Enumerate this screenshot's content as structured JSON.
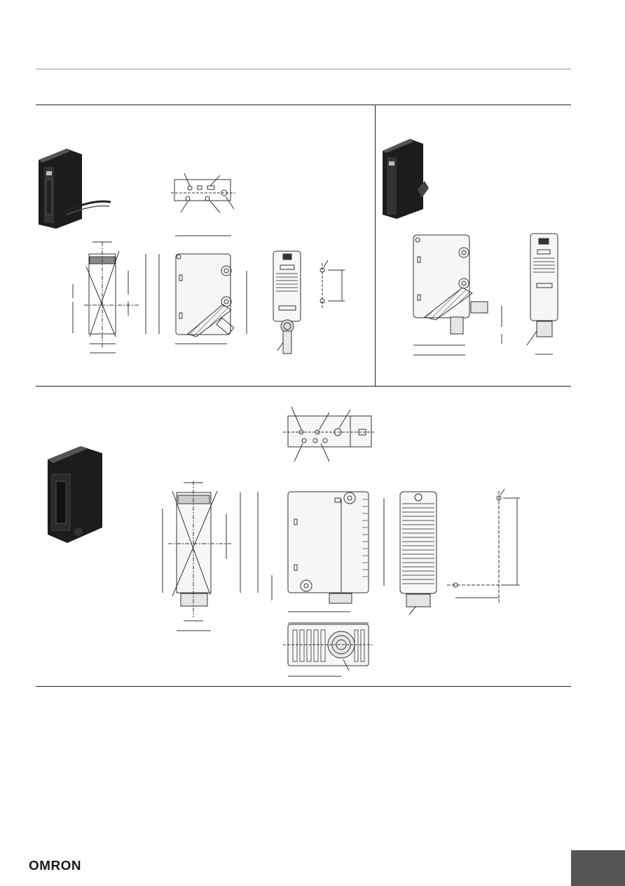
{
  "footer": {
    "logo_text": "OMRON"
  },
  "colors": {
    "header_rule": "#8d8fc4",
    "section_rule": "#222222",
    "corner_tab": "#555555",
    "line_art": "#333333",
    "product_body": "#1c1c1c"
  },
  "icons": [
    "omron-logo",
    "product-photo-cable-type",
    "product-photo-connector-type",
    "product-photo-large-housing"
  ]
}
